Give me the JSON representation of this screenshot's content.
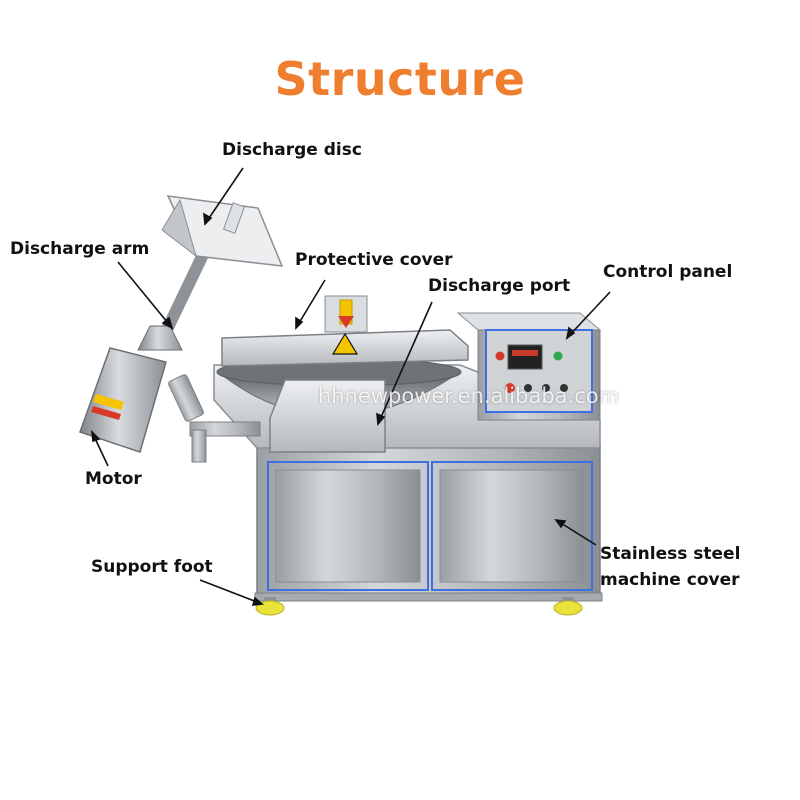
{
  "title": "Structure",
  "colors": {
    "title": "#EF7F2E",
    "steel_light": "#E4E6E8",
    "steel_mid": "#B9BDC1",
    "steel_dark": "#8E9398",
    "panel_edge": "#3F6FE0",
    "foot": "#E8E23A",
    "warning": "#F4C400",
    "button_red": "#D83A2A"
  },
  "labels": {
    "discharge_disc": "Discharge disc",
    "discharge_arm": "Discharge arm",
    "protective_cover": "Protective cover",
    "discharge_port": "Discharge port",
    "control_panel": "Control panel",
    "motor": "Motor",
    "support_foot": "Support foot",
    "machine_cover_line1": "Stainless steel",
    "machine_cover_line2": "machine cover"
  },
  "watermark": "hhnewpower.en.alibaba.com"
}
